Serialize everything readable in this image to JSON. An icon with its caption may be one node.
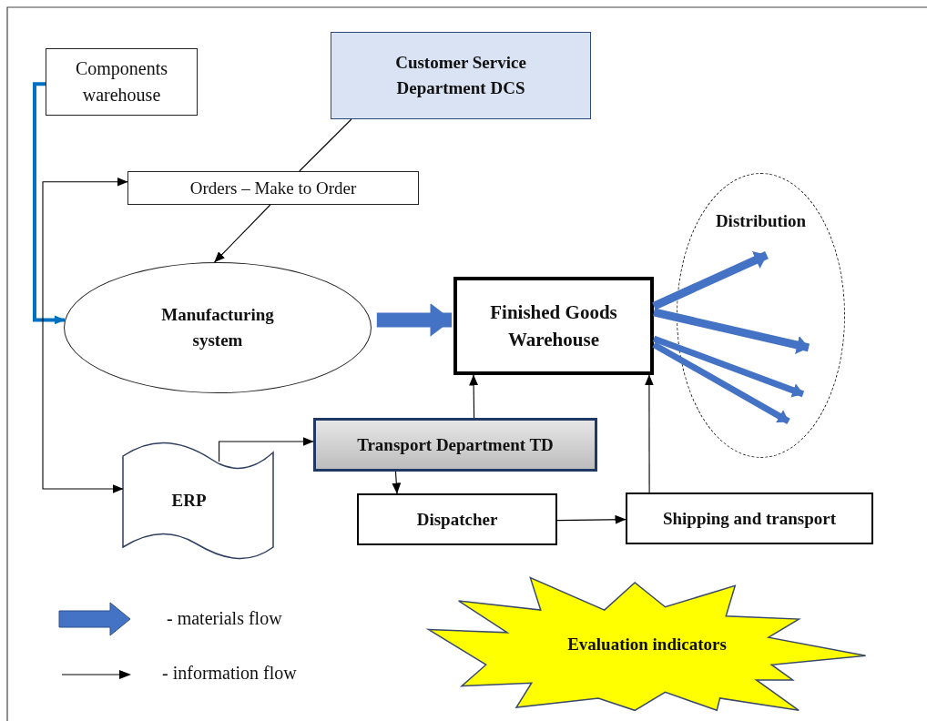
{
  "diagram": {
    "nodes": [
      {
        "text": [
          "Components warehouse"
        ]
      },
      {
        "text": [
          "Customer Service Department  DCS"
        ]
      },
      {
        "text": [
          "Orders – Make to Order"
        ]
      },
      {
        "text": [
          "Manufacturing system"
        ]
      },
      {
        "text": [
          "Finished Goods Warehouse"
        ]
      },
      {
        "text": [
          "Distribution"
        ]
      },
      {
        "text": [
          "ERP"
        ]
      },
      {
        "text": [
          "Transport Department TD"
        ]
      },
      {
        "text": [
          "Dispatcher"
        ]
      },
      {
        "text": [
          "Shipping and transport"
        ]
      },
      {
        "text": [
          "Evaluation indicators"
        ]
      }
    ],
    "edges": [
      {
        "from": 0,
        "to": 3,
        "arrow": "to",
        "style": "thick",
        "color": "#0070c0"
      },
      {
        "from": 1,
        "to": 2,
        "arrow": "none"
      },
      {
        "from": 2,
        "to": 3,
        "arrow": "to"
      },
      {
        "from": 2,
        "to": 6,
        "arrow": "both"
      },
      {
        "from": 3,
        "to": 4,
        "arrow": "to",
        "style": "thick",
        "color": "#4472c4"
      },
      {
        "from": 4,
        "to": 5,
        "arrow": "to",
        "style": "thick",
        "color": "#4472c4"
      },
      {
        "from": 4,
        "to": 5,
        "arrow": "to",
        "style": "thick",
        "color": "#4472c4"
      },
      {
        "from": 4,
        "to": 5,
        "arrow": "to",
        "style": "thick",
        "color": "#4472c4"
      },
      {
        "from": 4,
        "to": 5,
        "arrow": "to",
        "style": "thick",
        "color": "#4472c4"
      },
      {
        "from": 6,
        "to": 7,
        "arrow": "to"
      },
      {
        "from": 7,
        "to": 4,
        "arrow": "to"
      },
      {
        "from": 7,
        "to": 8,
        "arrow": "to"
      },
      {
        "from": 8,
        "to": 9,
        "arrow": "to"
      },
      {
        "from": 9,
        "to": 4,
        "arrow": "to"
      }
    ],
    "legend": [
      {
        "text": "- materials flow"
      },
      {
        "text": "- information flow"
      }
    ]
  }
}
